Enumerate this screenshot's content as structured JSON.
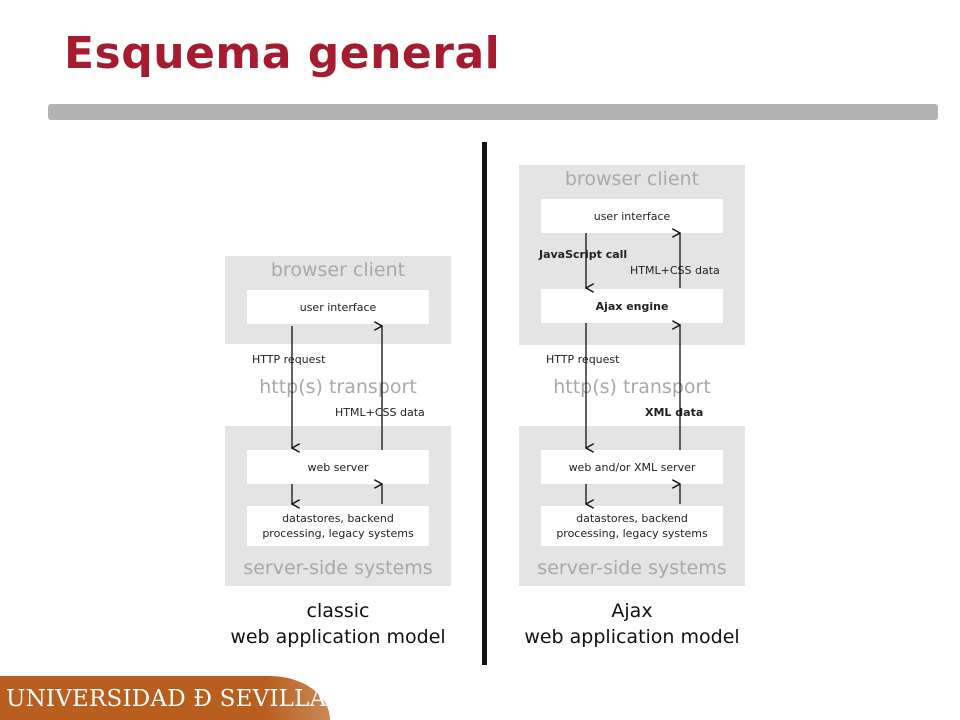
{
  "slide": {
    "title": "Esquema general",
    "footer_logo_text": "UNIVERSIDAD Ð SEVILLA"
  },
  "classic": {
    "browser_client": "browser client",
    "user_interface": "user interface",
    "http_request": "HTTP request",
    "transport": "http(s) transport",
    "html_css_data": "HTML+CSS data",
    "web_server": "web server",
    "datastores_line1": "datastores, backend",
    "datastores_line2": "processing, legacy systems",
    "server_side": "server-side systems",
    "model_line1": "classic",
    "model_line2": "web application model"
  },
  "ajax": {
    "browser_client": "browser client",
    "user_interface": "user interface",
    "javascript_call": "JavaScript call",
    "html_css_data": "HTML+CSS data",
    "ajax_engine": "Ajax engine",
    "http_request": "HTTP request",
    "transport": "http(s) transport",
    "xml_data": "XML data",
    "web_xml_server": "web and/or XML server",
    "datastores_line1": "datastores, backend",
    "datastores_line2": "processing, legacy systems",
    "server_side": "server-side systems",
    "model_line1": "Ajax",
    "model_line2": "web application model"
  },
  "colors": {
    "title": "#a51c30",
    "panel": "#e4e4e4",
    "panel_label": "#a9a9a9",
    "footer": "#b85e1f"
  }
}
